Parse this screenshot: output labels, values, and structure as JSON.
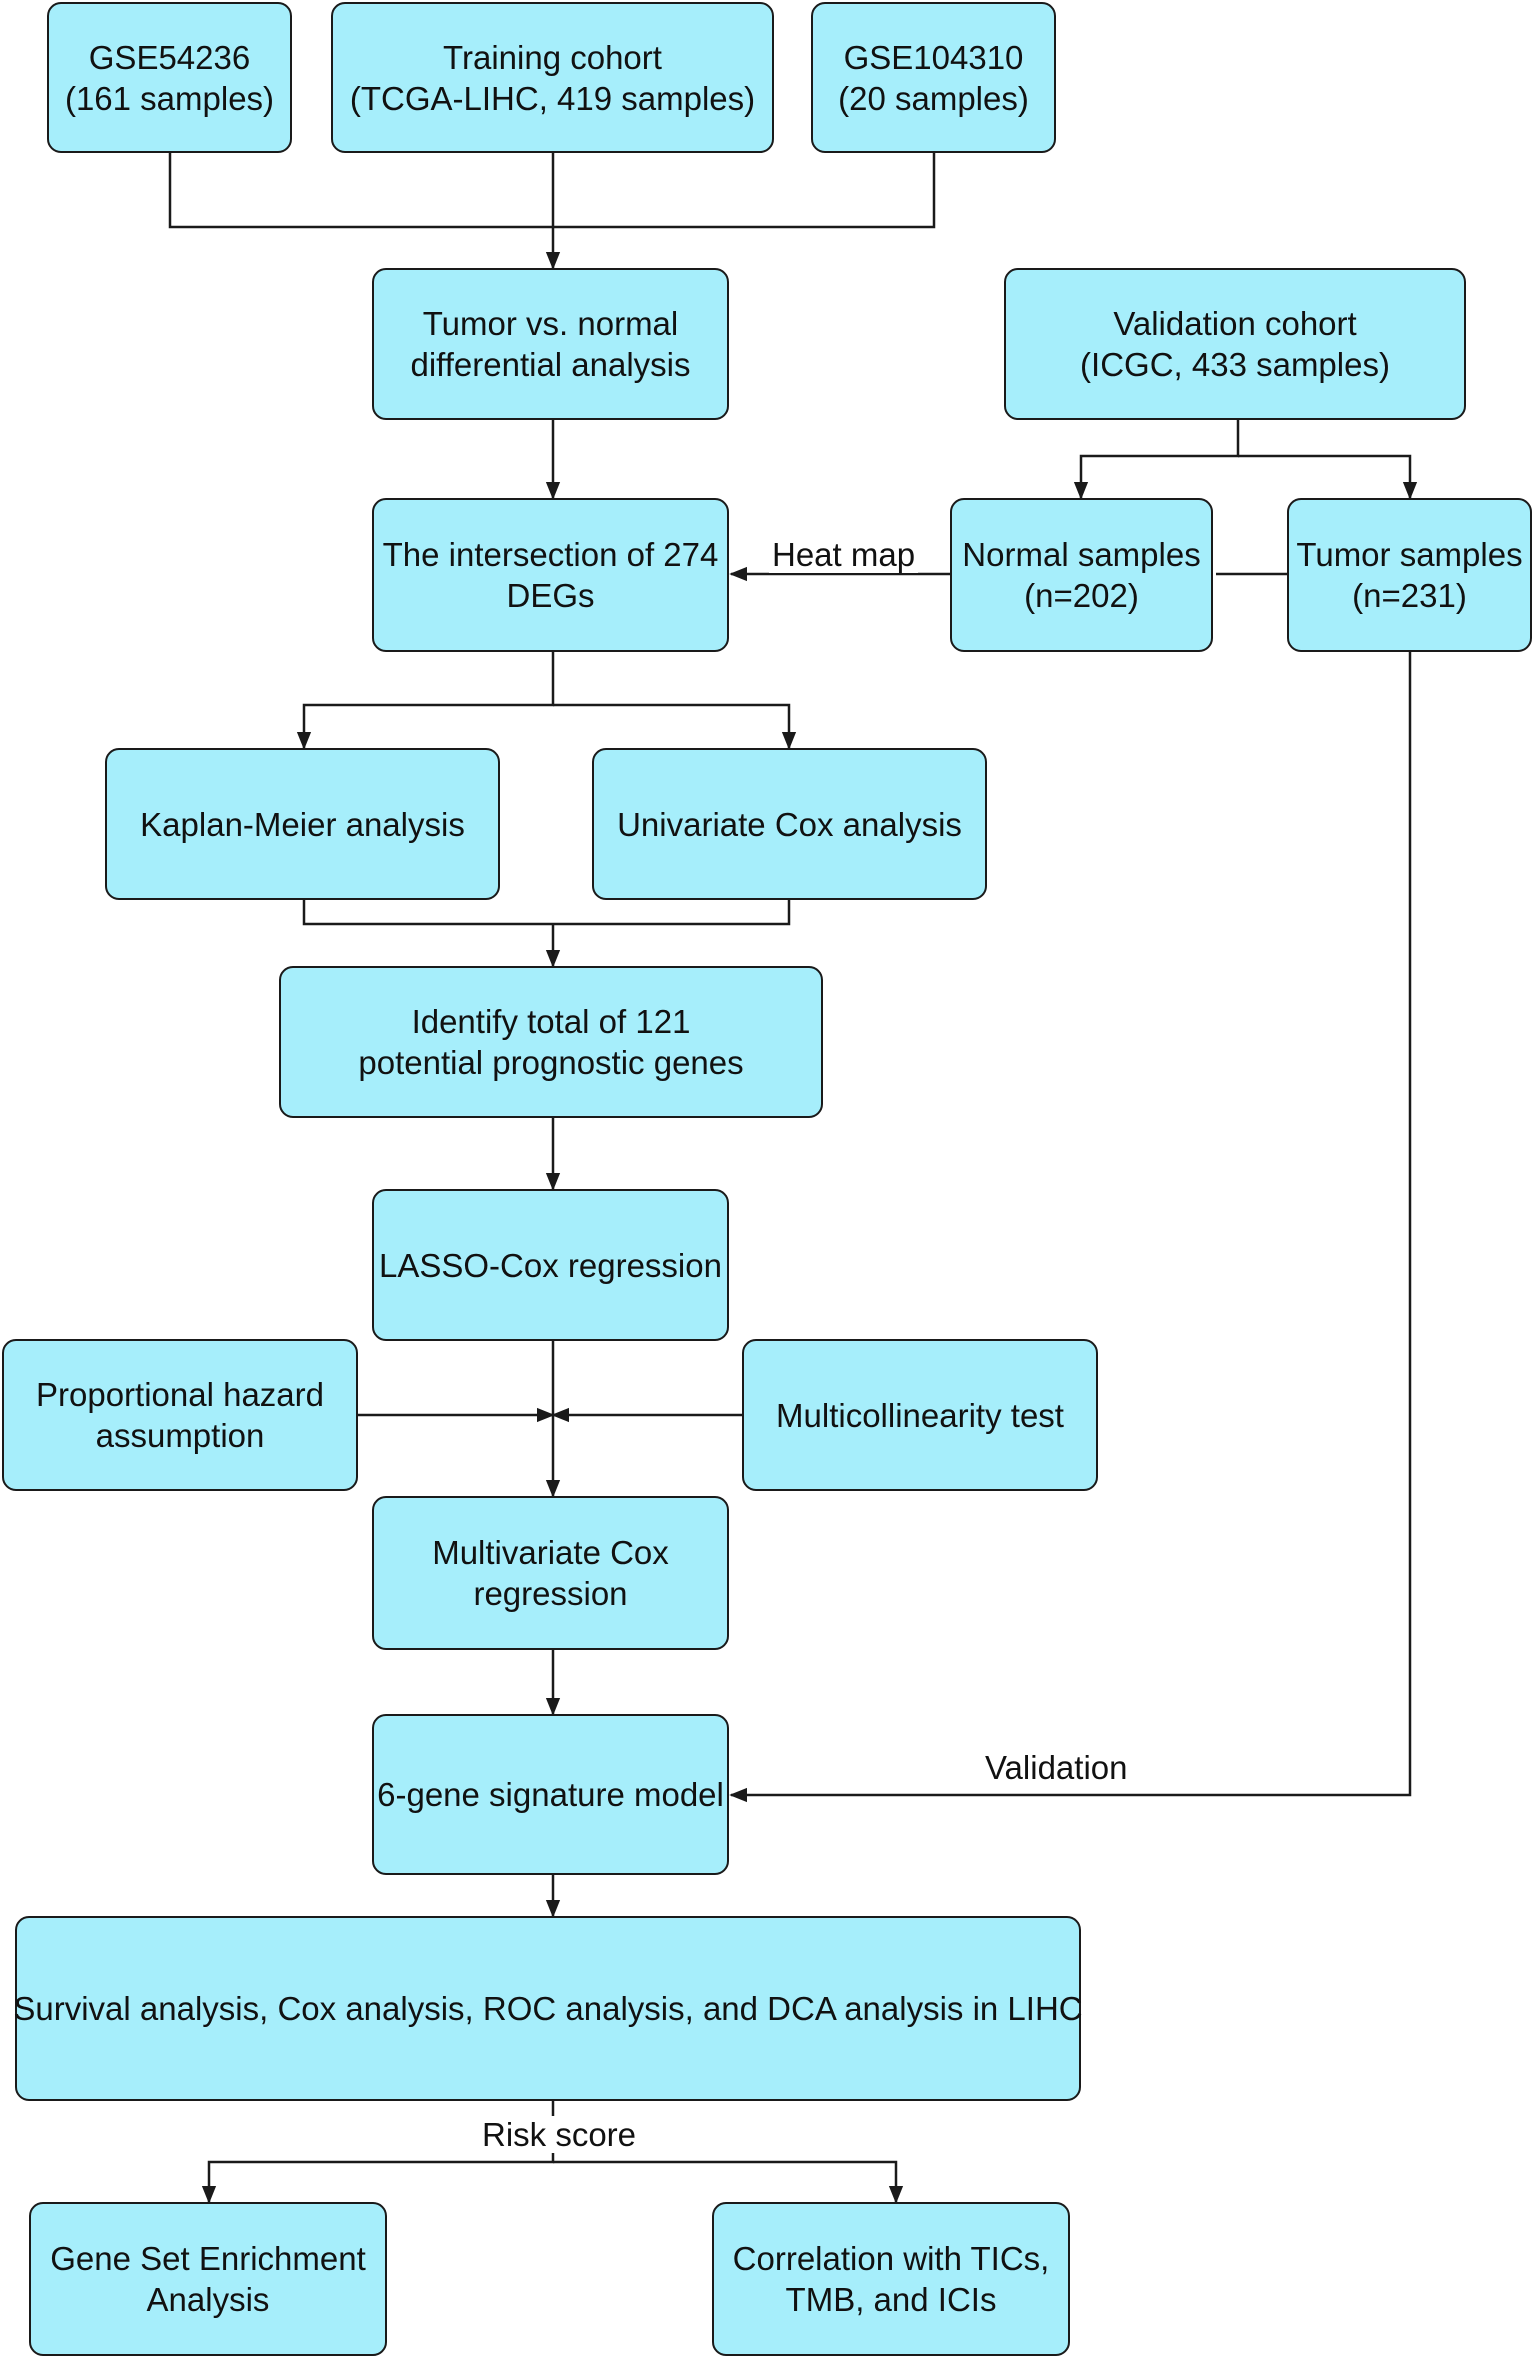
{
  "colors": {
    "node_fill": "#a6eefb",
    "line": "#1a1a1a"
  },
  "nodes": {
    "gse54236": {
      "line1": "GSE54236",
      "line2": "(161 samples)"
    },
    "training": {
      "line1": "Training cohort",
      "line2": "(TCGA-LIHC, 419 samples)"
    },
    "gse104310": {
      "line1": "GSE104310",
      "line2": "(20 samples)"
    },
    "tumor_vs_normal": {
      "line1": "Tumor vs. normal",
      "line2": "differential analysis"
    },
    "validation_cohort": {
      "line1": "Validation cohort",
      "line2": "(ICGC, 433 samples)"
    },
    "intersection": {
      "line1": "The intersection of 274",
      "line2": "DEGs"
    },
    "normal_samples": {
      "line1": "Normal samples",
      "line2": "(n=202)"
    },
    "tumor_samples": {
      "line1": "Tumor samples",
      "line2": "(n=231)"
    },
    "kaplan_meier": {
      "line1": "Kaplan-Meier analysis"
    },
    "univariate_cox": {
      "line1": "Univariate Cox analysis"
    },
    "identify_genes": {
      "line1": "Identify total of 121",
      "line2": "potential prognostic genes"
    },
    "lasso": {
      "line1": "LASSO-Cox regression"
    },
    "proportional": {
      "line1": "Proportional hazard",
      "line2": "assumption"
    },
    "multicollinearity": {
      "line1": "Multicollinearity test"
    },
    "multivariate": {
      "line1": "Multivariate Cox",
      "line2": "regression"
    },
    "signature": {
      "line1": "6-gene signature model"
    },
    "survival": {
      "line1": "Survival analysis, Cox analysis, ROC analysis, and DCA analysis in LIHC"
    },
    "gsea": {
      "line1": "Gene Set Enrichment",
      "line2": "Analysis"
    },
    "correlation": {
      "line1": "Correlation with TICs,",
      "line2": "TMB, and ICIs"
    }
  },
  "edge_labels": {
    "heat_map": "Heat map",
    "validation": "Validation",
    "risk_score": "Risk score"
  }
}
